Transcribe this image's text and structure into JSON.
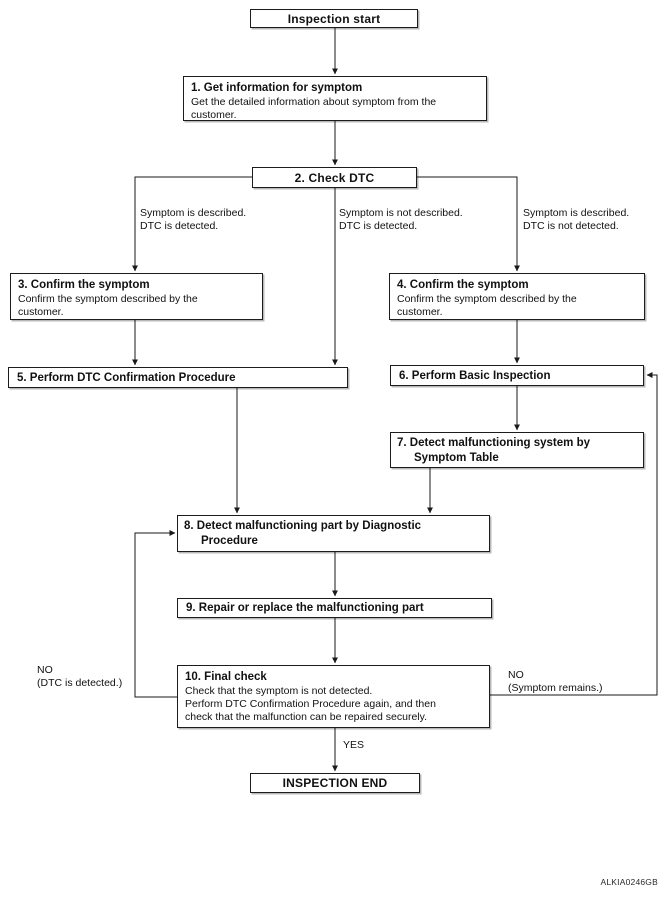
{
  "colors": {
    "ink": "#1a1a1a",
    "background": "#ffffff"
  },
  "diagram": {
    "nodes": {
      "start": {
        "label": "Inspection start"
      },
      "n1": {
        "title": "1. Get information for symptom",
        "body": "Get the detailed information about symptom from the\ncustomer."
      },
      "n2": {
        "title": "2. Check DTC"
      },
      "n3": {
        "title": "3. Confirm the symptom",
        "body": "Confirm the symptom described by the\ncustomer."
      },
      "n4": {
        "title": "4. Confirm the symptom",
        "body": "Confirm the symptom described by the\ncustomer."
      },
      "n5": {
        "title": "5. Perform DTC Confirmation Procedure"
      },
      "n6": {
        "title": "6. Perform Basic Inspection"
      },
      "n7": {
        "title": "7. Detect malfunctioning system by\nSymptom Table"
      },
      "n8": {
        "title": "8. Detect malfunctioning part by Diagnostic\nProcedure"
      },
      "n9": {
        "title": "9. Repair or replace the malfunctioning part"
      },
      "n10": {
        "title": "10. Final check",
        "body": "Check that the symptom is not detected.\nPerform DTC Confirmation Procedure again, and then\ncheck that the malfunction can be repaired securely."
      },
      "end": {
        "label": "INSPECTION END"
      }
    },
    "branch_labels": {
      "left": "Symptom is described.\nDTC is detected.",
      "middle": "Symptom is not described.\nDTC is detected.",
      "right": "Symptom is described.\nDTC is not detected."
    },
    "edge_labels": {
      "yes": "YES",
      "no_left": "NO\n(DTC is detected.)",
      "no_right": "NO\n(Symptom remains.)"
    },
    "watermark": "ALKIA0246GB"
  }
}
